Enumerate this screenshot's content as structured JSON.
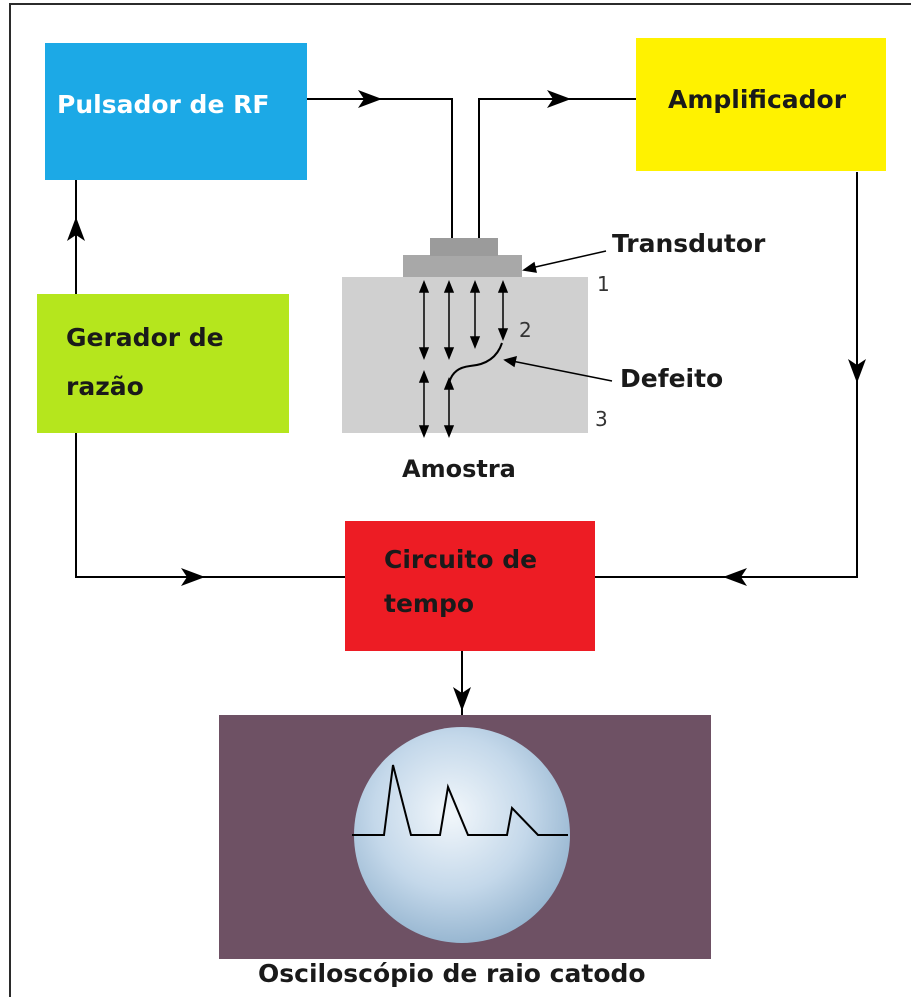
{
  "blocks": {
    "rf_pulser": {
      "label": "Pulsador de RF",
      "color": "#1ca9e6"
    },
    "amplifier": {
      "label": "Amplificador",
      "color": "#fff200"
    },
    "rate_generator": {
      "line1": "Gerador de",
      "line2": "razão",
      "color": "#b5e61d"
    },
    "timing_circuit": {
      "line1": "Circuito de",
      "line2": "tempo",
      "color": "#ed1c24"
    }
  },
  "sample": {
    "label": "Amostra",
    "transducer_label": "Transdutor",
    "defect_label": "Defeito",
    "markers": [
      "1",
      "2",
      "3"
    ],
    "color": "#d0d0d0",
    "transducer_color": "#a8a8a8"
  },
  "oscilloscope": {
    "label": "Osciloscópio de raio catodo",
    "panel_color": "#6e5164",
    "screen_color": "#c4d8ea"
  },
  "colors": {
    "line": "#000000"
  }
}
